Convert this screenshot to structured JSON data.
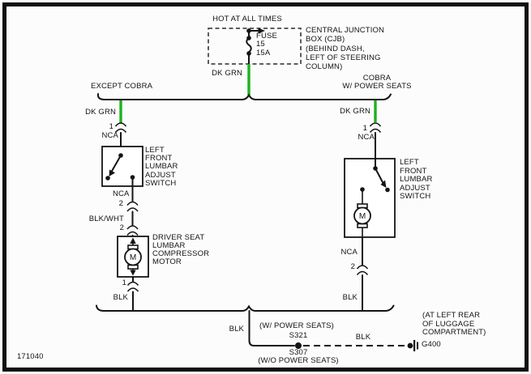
{
  "diagram_number": "171040",
  "colors": {
    "wire_green": "#1fb11f",
    "ink": "#141414"
  },
  "power_feed": {
    "title": "HOT AT ALL TIMES",
    "fuse_lines": [
      "FUSE",
      "15",
      "15A"
    ],
    "cjb_note_lines": [
      "CENTRAL JUNCTION",
      "BOX (CJB)",
      "(BEHIND DASH,",
      "LEFT OF STEERING",
      "COLUMN)"
    ],
    "wire": "DK GRN"
  },
  "left_branch": {
    "title": "EXCEPT COBRA",
    "wire_top": "DK GRN",
    "pin_in": "1",
    "circuit_in": "NCA",
    "switch_lines": [
      "LEFT",
      "FRONT",
      "LUMBAR",
      "ADJUST",
      "SWITCH"
    ],
    "circuit_out": "NCA",
    "pin_out": "2",
    "wire_mid": "BLK/WHT",
    "motor_pin_in": "2",
    "motor_lines": [
      "DRIVER SEAT",
      "LUMBAR",
      "COMPRESSOR",
      "MOTOR"
    ],
    "motor_letter": "M",
    "motor_pin_out": "1",
    "wire_bottom": "BLK"
  },
  "right_branch": {
    "title_lines": [
      "COBRA",
      "W/ POWER SEATS"
    ],
    "wire_top": "DK GRN",
    "pin_in": "1",
    "circuit_in": "NCA",
    "switch_lines": [
      "LEFT",
      "FRONT",
      "LUMBAR",
      "ADJUST",
      "SWITCH"
    ],
    "motor_letter": "M",
    "circuit_out": "NCA",
    "pin_out": "2",
    "wire_bottom": "BLK"
  },
  "ground_path": {
    "wire_left": "BLK",
    "option_a": "(W/ POWER SEATS)",
    "splice_a": "S321",
    "splice_b": "S307",
    "option_b": "(W/O POWER SEATS)",
    "wire_right": "BLK",
    "location_lines": [
      "(AT LEFT REAR",
      "OF LUGGAGE",
      "COMPARTMENT)"
    ],
    "ground": "G400"
  }
}
